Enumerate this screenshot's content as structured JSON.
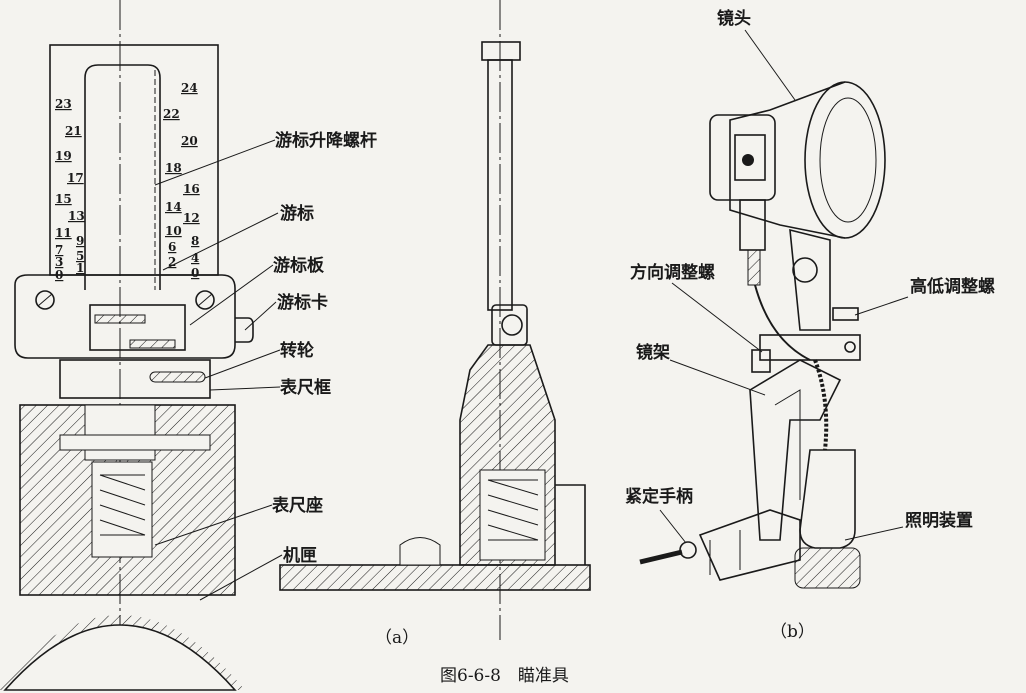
{
  "figure": {
    "caption": "图6-6-8　瞄准具",
    "sub_a": "（a）",
    "sub_b": "（b）"
  },
  "labels_a": [
    "游标升降螺杆",
    "游标",
    "游标板",
    "游标卡",
    "转轮",
    "表尺框",
    "表尺座",
    "机匣"
  ],
  "labels_b": [
    "镜头",
    "方向调整螺",
    "高低调整螺",
    "镜架",
    "紧定手柄",
    "照明装置"
  ],
  "scale_left": [
    "23",
    "21",
    "19",
    "17",
    "15",
    "13",
    "11",
    "9",
    "7",
    "5",
    "3",
    "1",
    "0"
  ],
  "scale_right": [
    "24",
    "22",
    "20",
    "18",
    "16",
    "14",
    "12",
    "10",
    "8",
    "6",
    "4",
    "2",
    "0"
  ]
}
